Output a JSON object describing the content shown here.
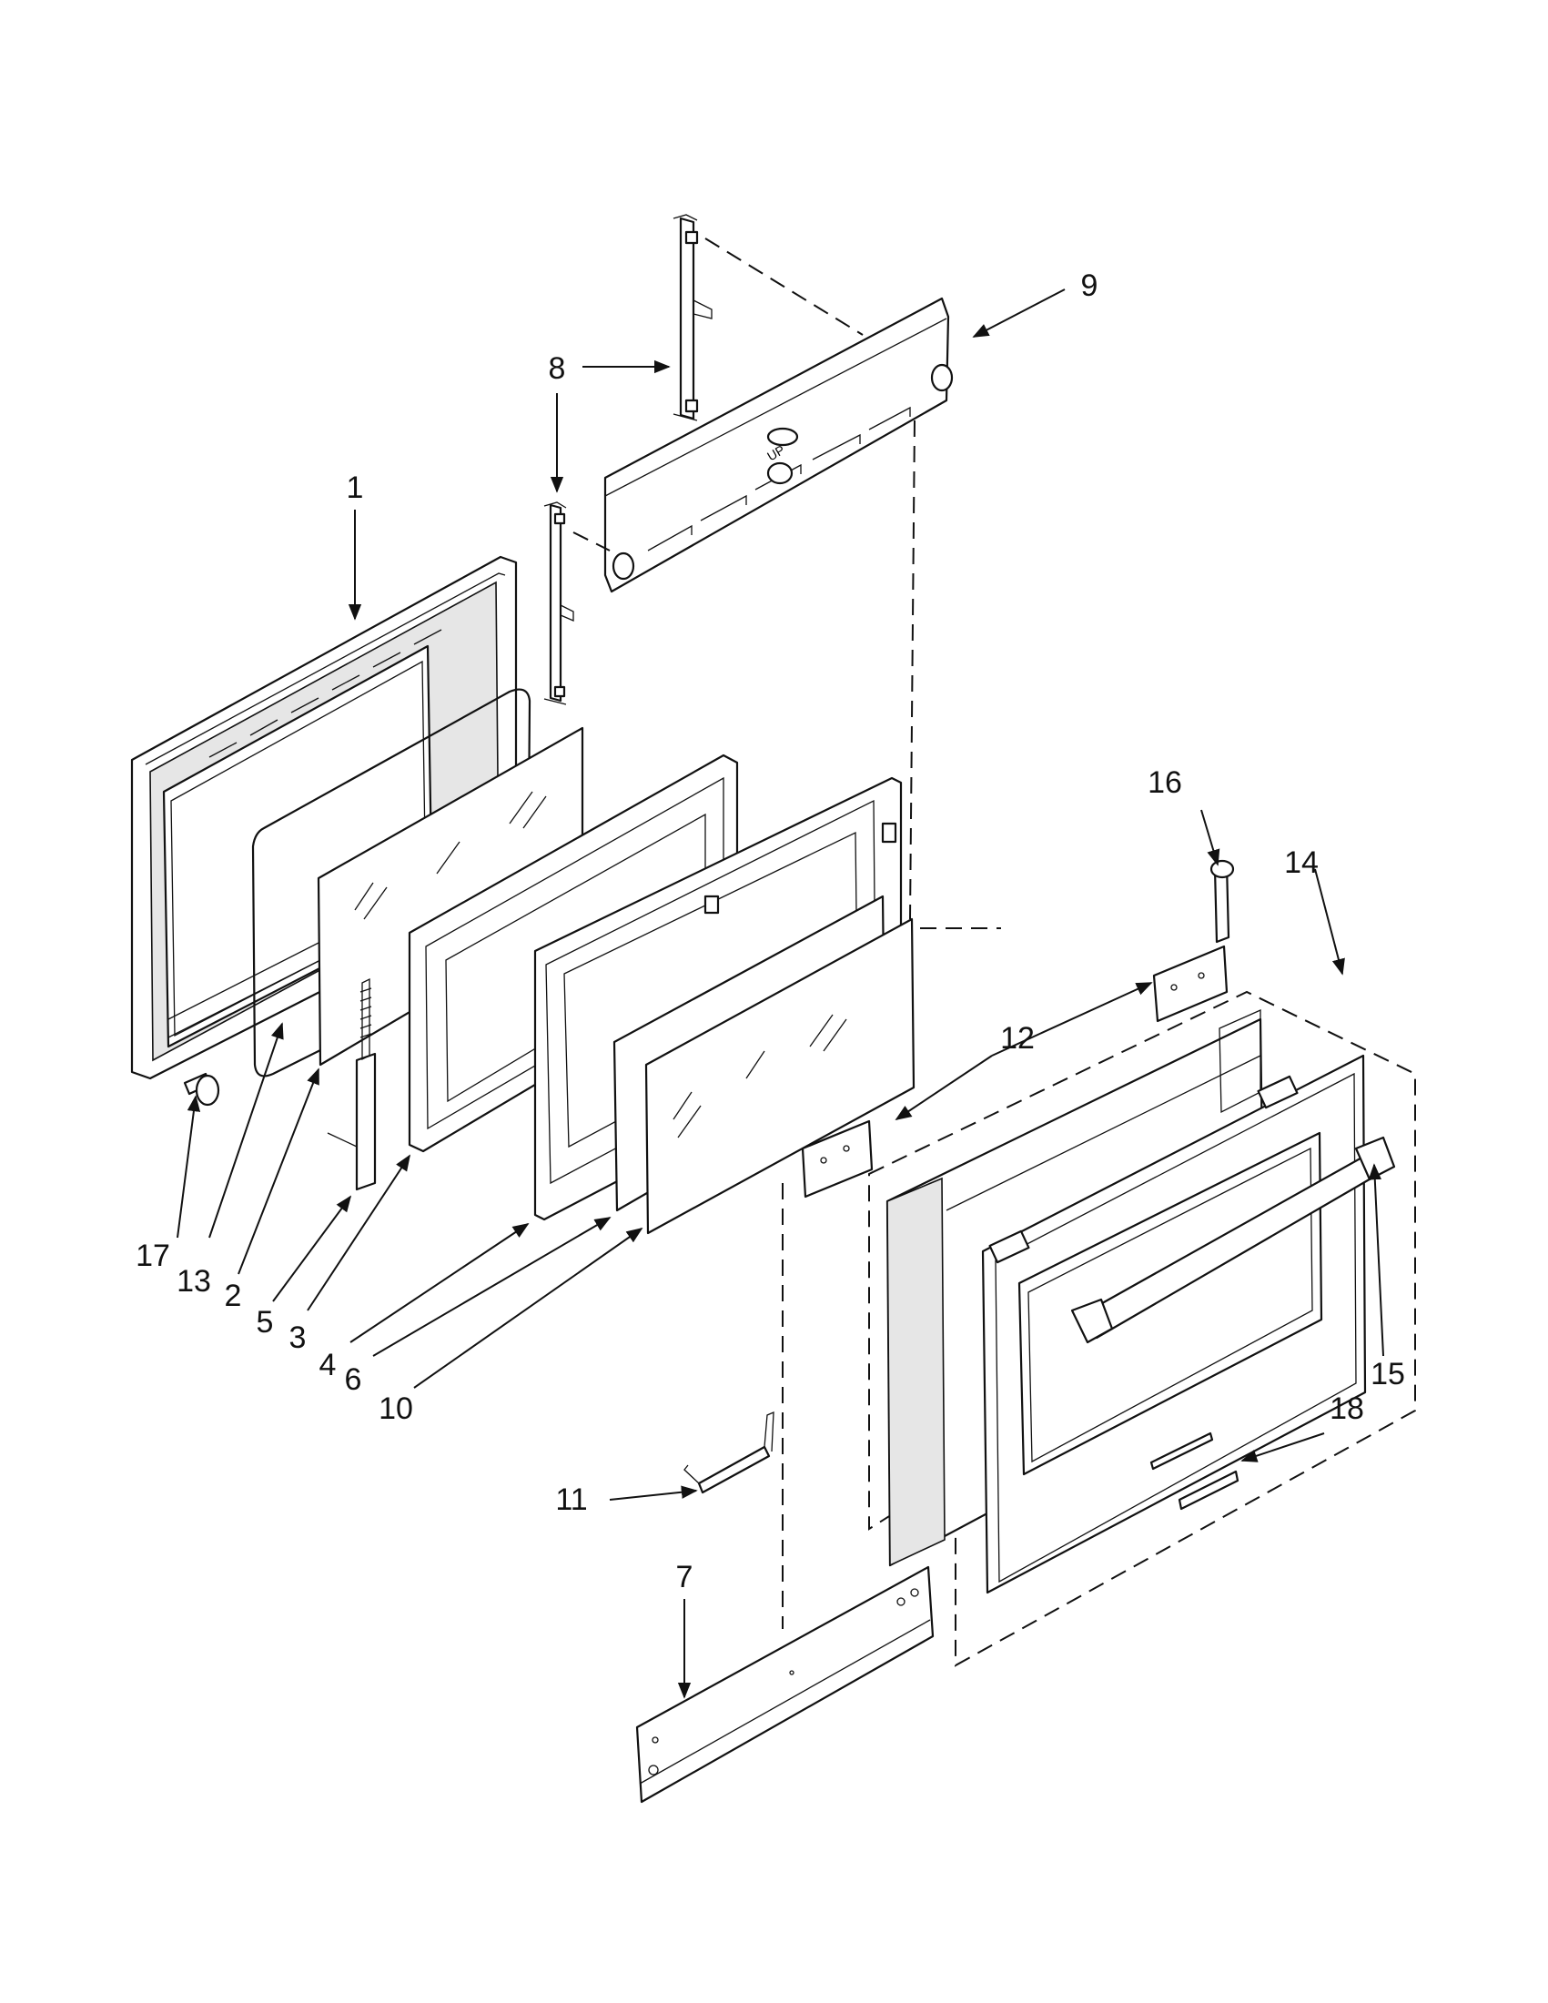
{
  "diagram": {
    "labels": {
      "p1": "1",
      "p2": "2",
      "p3": "3",
      "p4": "4",
      "p5": "5",
      "p6": "6",
      "p7": "7",
      "p8": "8",
      "p9": "9",
      "p10": "10",
      "p11": "11",
      "p12": "12",
      "p13": "13",
      "p14": "14",
      "p15": "15",
      "p16": "16",
      "p17": "17",
      "p18": "18"
    },
    "panel_marking": "UP"
  }
}
